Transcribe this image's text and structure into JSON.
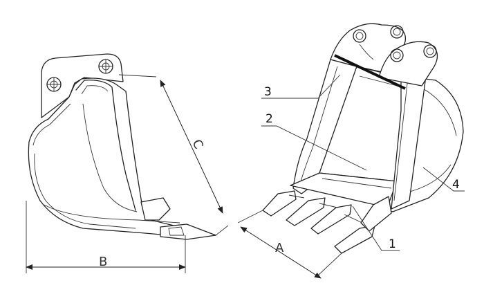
{
  "dimensions": {
    "A": "A",
    "B": "B",
    "C": "C"
  },
  "callouts": {
    "c1": "1",
    "c2": "2",
    "c3": "3",
    "c4": "4"
  }
}
